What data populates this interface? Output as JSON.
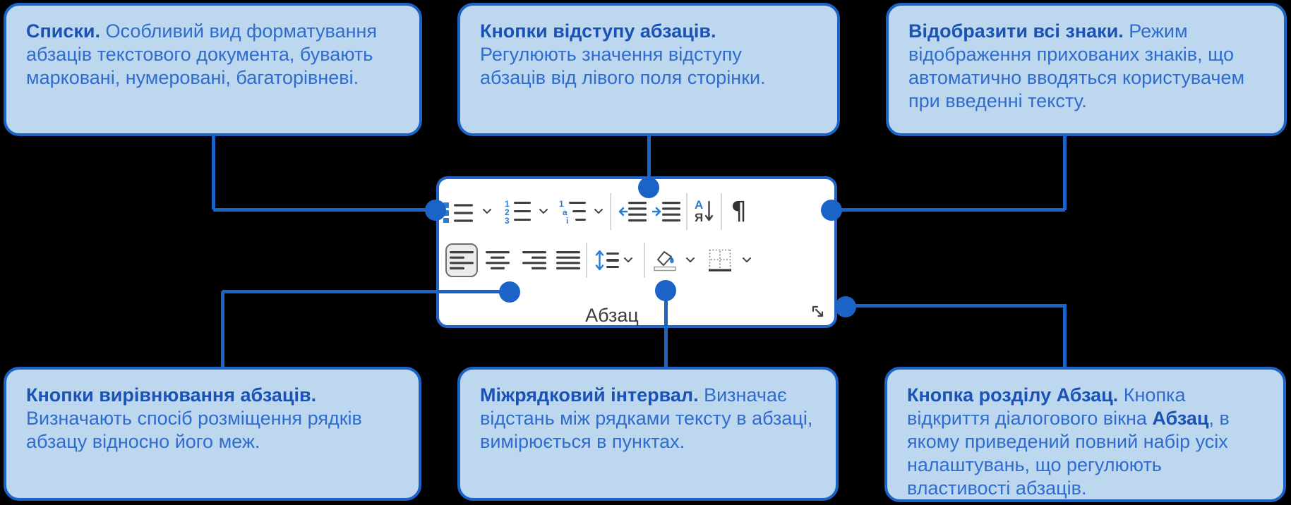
{
  "background_color": "#000000",
  "colors": {
    "accent_blue": "#1C63C7",
    "callout_fill": "#BDD7EE",
    "callout_title": "#1A53B5",
    "callout_body": "#2F6CCF",
    "icon_blue": "#2B7CD3",
    "icon_dark": "#3F3F3F",
    "panel_bg": "#FFFFFF",
    "selected_button_bg": "#EBEBEB",
    "group_label_color": "#3C3C3C"
  },
  "callouts": [
    {
      "id": "lists",
      "title": "Списки.",
      "body": [
        {
          "t": " Особливий вид форматування абзаців текстового документа, бувають марковані, нумеровані, багаторівневі.",
          "b": false
        }
      ]
    },
    {
      "id": "indent-buttons",
      "title": "Кнопки відступу абзаців.",
      "body": [
        {
          "t": " Регулюють значення відступу абзаців від лівого поля сторінки.",
          "b": false
        }
      ]
    },
    {
      "id": "show-all-marks",
      "title": "Відобразити всі знаки.",
      "body": [
        {
          "t": " Режим відображення прихованих знаків, що автоматично вводяться користувачем при введенні тексту.",
          "b": false
        }
      ]
    },
    {
      "id": "alignment-buttons",
      "title": "Кнопки вирівнювання абзаців.",
      "body": [
        {
          "t": " Визначають спосіб розміщення рядків абзацу відносно його меж.",
          "b": false
        }
      ]
    },
    {
      "id": "line-spacing",
      "title": "Міжрядковий інтервал.",
      "body": [
        {
          "t": " Визначає відстань між рядками тексту в абзаці, вимірюється в пунктах.",
          "b": false
        }
      ]
    },
    {
      "id": "paragraph-dialog",
      "title": "Кнопка розділу Абзац.",
      "body": [
        {
          "t": " Кнопка відкриття діалогового вікна ",
          "b": false
        },
        {
          "t": "Абзац",
          "b": true
        },
        {
          "t": ", в якому приведений повний набір усіх налаштувань, що регулюють властивості абзаців.",
          "b": false
        }
      ]
    }
  ],
  "toolbar": {
    "group_label": "Абзац",
    "numbering_digits": [
      "1",
      "2",
      "3"
    ],
    "multilevel_chars": [
      "1",
      "a",
      "i"
    ],
    "sort_top": "А",
    "sort_bottom": "Я",
    "pilcrow": "¶",
    "selected_button": "align-left",
    "row1_buttons": [
      "bullets",
      "bullets-dropdown",
      "numbering",
      "numbering-dropdown",
      "multilevel-list",
      "multilevel-dropdown",
      "decrease-indent",
      "increase-indent",
      "sort",
      "show-formatting-marks"
    ],
    "row2_buttons": [
      "align-left",
      "align-center",
      "align-right",
      "justify",
      "line-spacing",
      "line-spacing-dropdown",
      "shading",
      "shading-dropdown",
      "borders",
      "borders-dropdown",
      "dialog-launcher"
    ]
  }
}
